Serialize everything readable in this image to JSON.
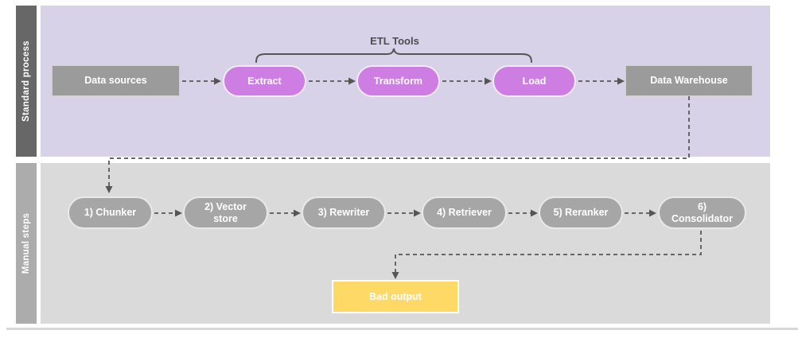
{
  "lanes": {
    "standard": {
      "label": "Standard process"
    },
    "manual": {
      "label": "Manual steps"
    }
  },
  "labels": {
    "etl_tools": "ETL Tools"
  },
  "nodes": {
    "data_sources": "Data sources",
    "extract": "Extract",
    "transform": "Transform",
    "load": "Load",
    "data_warehouse": "Data Warehouse",
    "chunker": "1) Chunker",
    "vector_store": "2) Vector\nstore",
    "rewriter": "3) Rewriter",
    "retriever": "4) Retriever",
    "reranker": "5) Reranker",
    "consolidator": "6)\nConsolidator",
    "bad_output": "Bad output"
  },
  "colors": {
    "pill_purple": "#CE7EE3",
    "lane_purple": "#D8D2E8",
    "node_gray": "#A6A6A6",
    "box_gray": "#9B9B9B",
    "lane_gray": "#DADADA",
    "bar_dark": "#676767",
    "bar_light": "#ACACAC",
    "warning_yellow": "#FFD966",
    "connector": "#666666"
  }
}
